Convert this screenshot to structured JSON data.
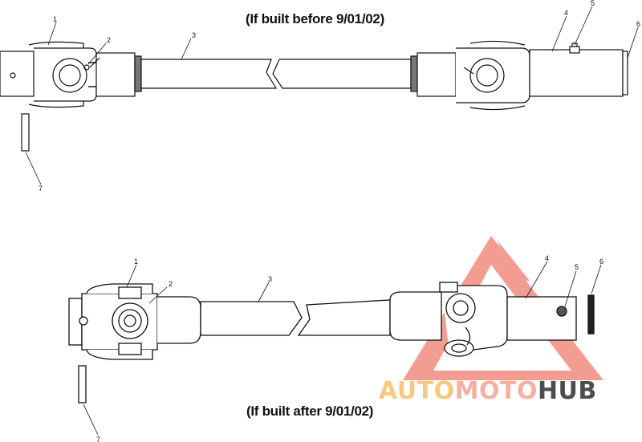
{
  "captions": {
    "top": "(If built before 9/01/02)",
    "bottom": "(If built after 9/01/02)"
  },
  "callouts": {
    "top": [
      "1",
      "2",
      "3",
      "4",
      "5",
      "6",
      "7"
    ],
    "bottom": [
      "1",
      "2",
      "3",
      "4",
      "5",
      "6",
      "7"
    ]
  },
  "watermark": {
    "part1": "AUTO",
    "part2": "MOTO",
    "part3": "HUB",
    "colors": {
      "auto": "#f7c97e",
      "moto": "#f5b0a0",
      "hub": "#4d4d4d",
      "logo": "#f06e5e"
    }
  }
}
